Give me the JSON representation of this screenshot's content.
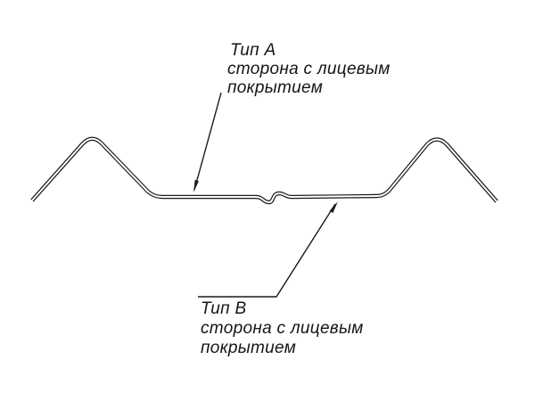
{
  "drawing": {
    "background": "#ffffff",
    "ink": "#1a1a1a",
    "label_a": {
      "title": "Тип А",
      "line1": "сторона с лицевым",
      "line2": "покрытием"
    },
    "label_b": {
      "title": "Тип В",
      "line1": "сторона с лицевым",
      "line2": "покрытием"
    }
  }
}
